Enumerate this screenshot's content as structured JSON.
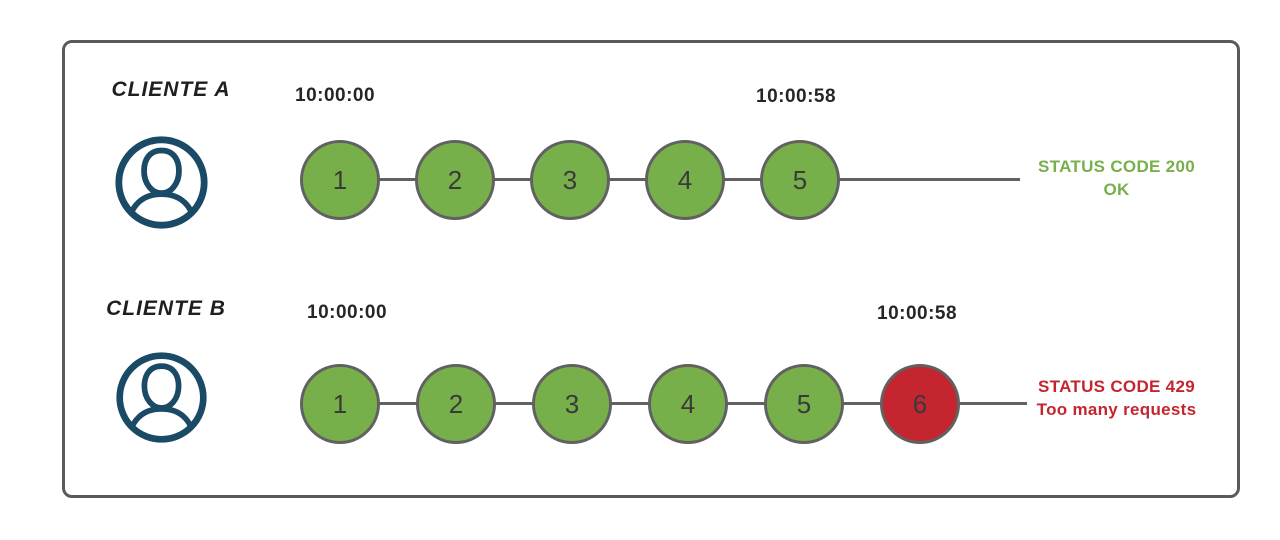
{
  "colors": {
    "success_green": "#77b04b",
    "error_red": "#c5252f",
    "outline_gray": "#616161",
    "frame_gray": "#5a5a5a",
    "avatar_navy": "#1b4a66",
    "text_dark": "#262626",
    "number_dark": "#3a3a3a"
  },
  "rows": [
    {
      "client": "CLIENTE A",
      "start_time": "10:00:00",
      "end_time": "10:00:58",
      "requests": [
        "1",
        "2",
        "3",
        "4",
        "5"
      ],
      "status_line1": "STATUS CODE 200",
      "status_line2": "OK"
    },
    {
      "client": "CLIENTE B",
      "start_time": "10:00:00",
      "end_time": "10:00:58",
      "requests": [
        "1",
        "2",
        "3",
        "4",
        "5",
        "6"
      ],
      "status_line1": "STATUS CODE 429",
      "status_line2": "Too many requests"
    }
  ]
}
